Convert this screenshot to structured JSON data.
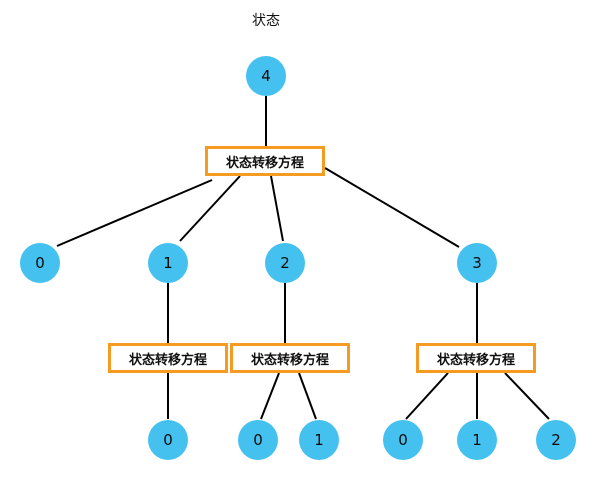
{
  "diagram": {
    "title": "状态",
    "colors": {
      "node_fill": "#45c1ef",
      "box_border": "#f59b22",
      "line": "#000000"
    },
    "equation_boxes": {
      "root": "状态转移方程",
      "under_child1": "状态转移方程",
      "under_child2": "状态转移方程",
      "under_child3": "状态转移方程"
    },
    "nodes": {
      "root": "4",
      "child0": "0",
      "child1": "1",
      "child2": "2",
      "child3": "3",
      "leaf_1_0": "0",
      "leaf_2_0": "0",
      "leaf_2_1": "1",
      "leaf_3_0": "0",
      "leaf_3_1": "1",
      "leaf_3_2": "2"
    }
  }
}
